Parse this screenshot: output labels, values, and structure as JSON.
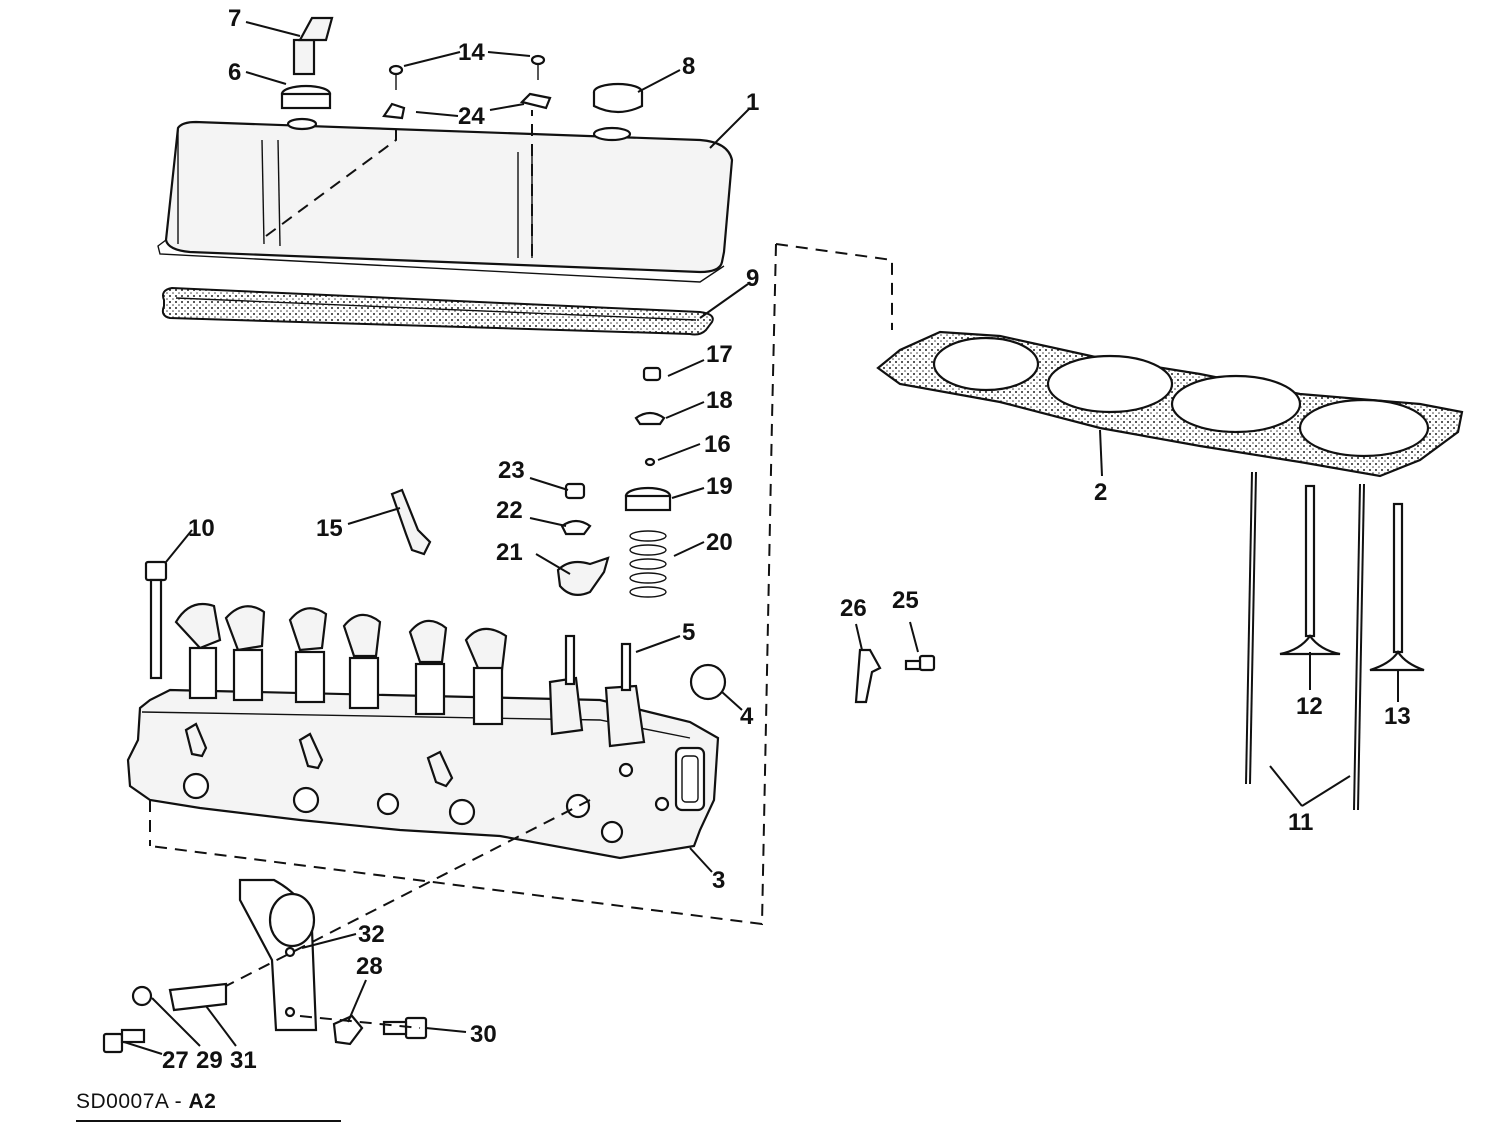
{
  "diagram": {
    "callouts": [
      "1",
      "2",
      "3",
      "4",
      "5",
      "6",
      "7",
      "8",
      "9",
      "10",
      "11",
      "12",
      "13",
      "14",
      "15",
      "16",
      "17",
      "18",
      "19",
      "20",
      "21",
      "22",
      "23",
      "24",
      "25",
      "26",
      "27",
      "28",
      "29",
      "30",
      "31",
      "32"
    ]
  },
  "footer": {
    "code": "SD0007A",
    "separator": "-",
    "suffix": "A2"
  }
}
